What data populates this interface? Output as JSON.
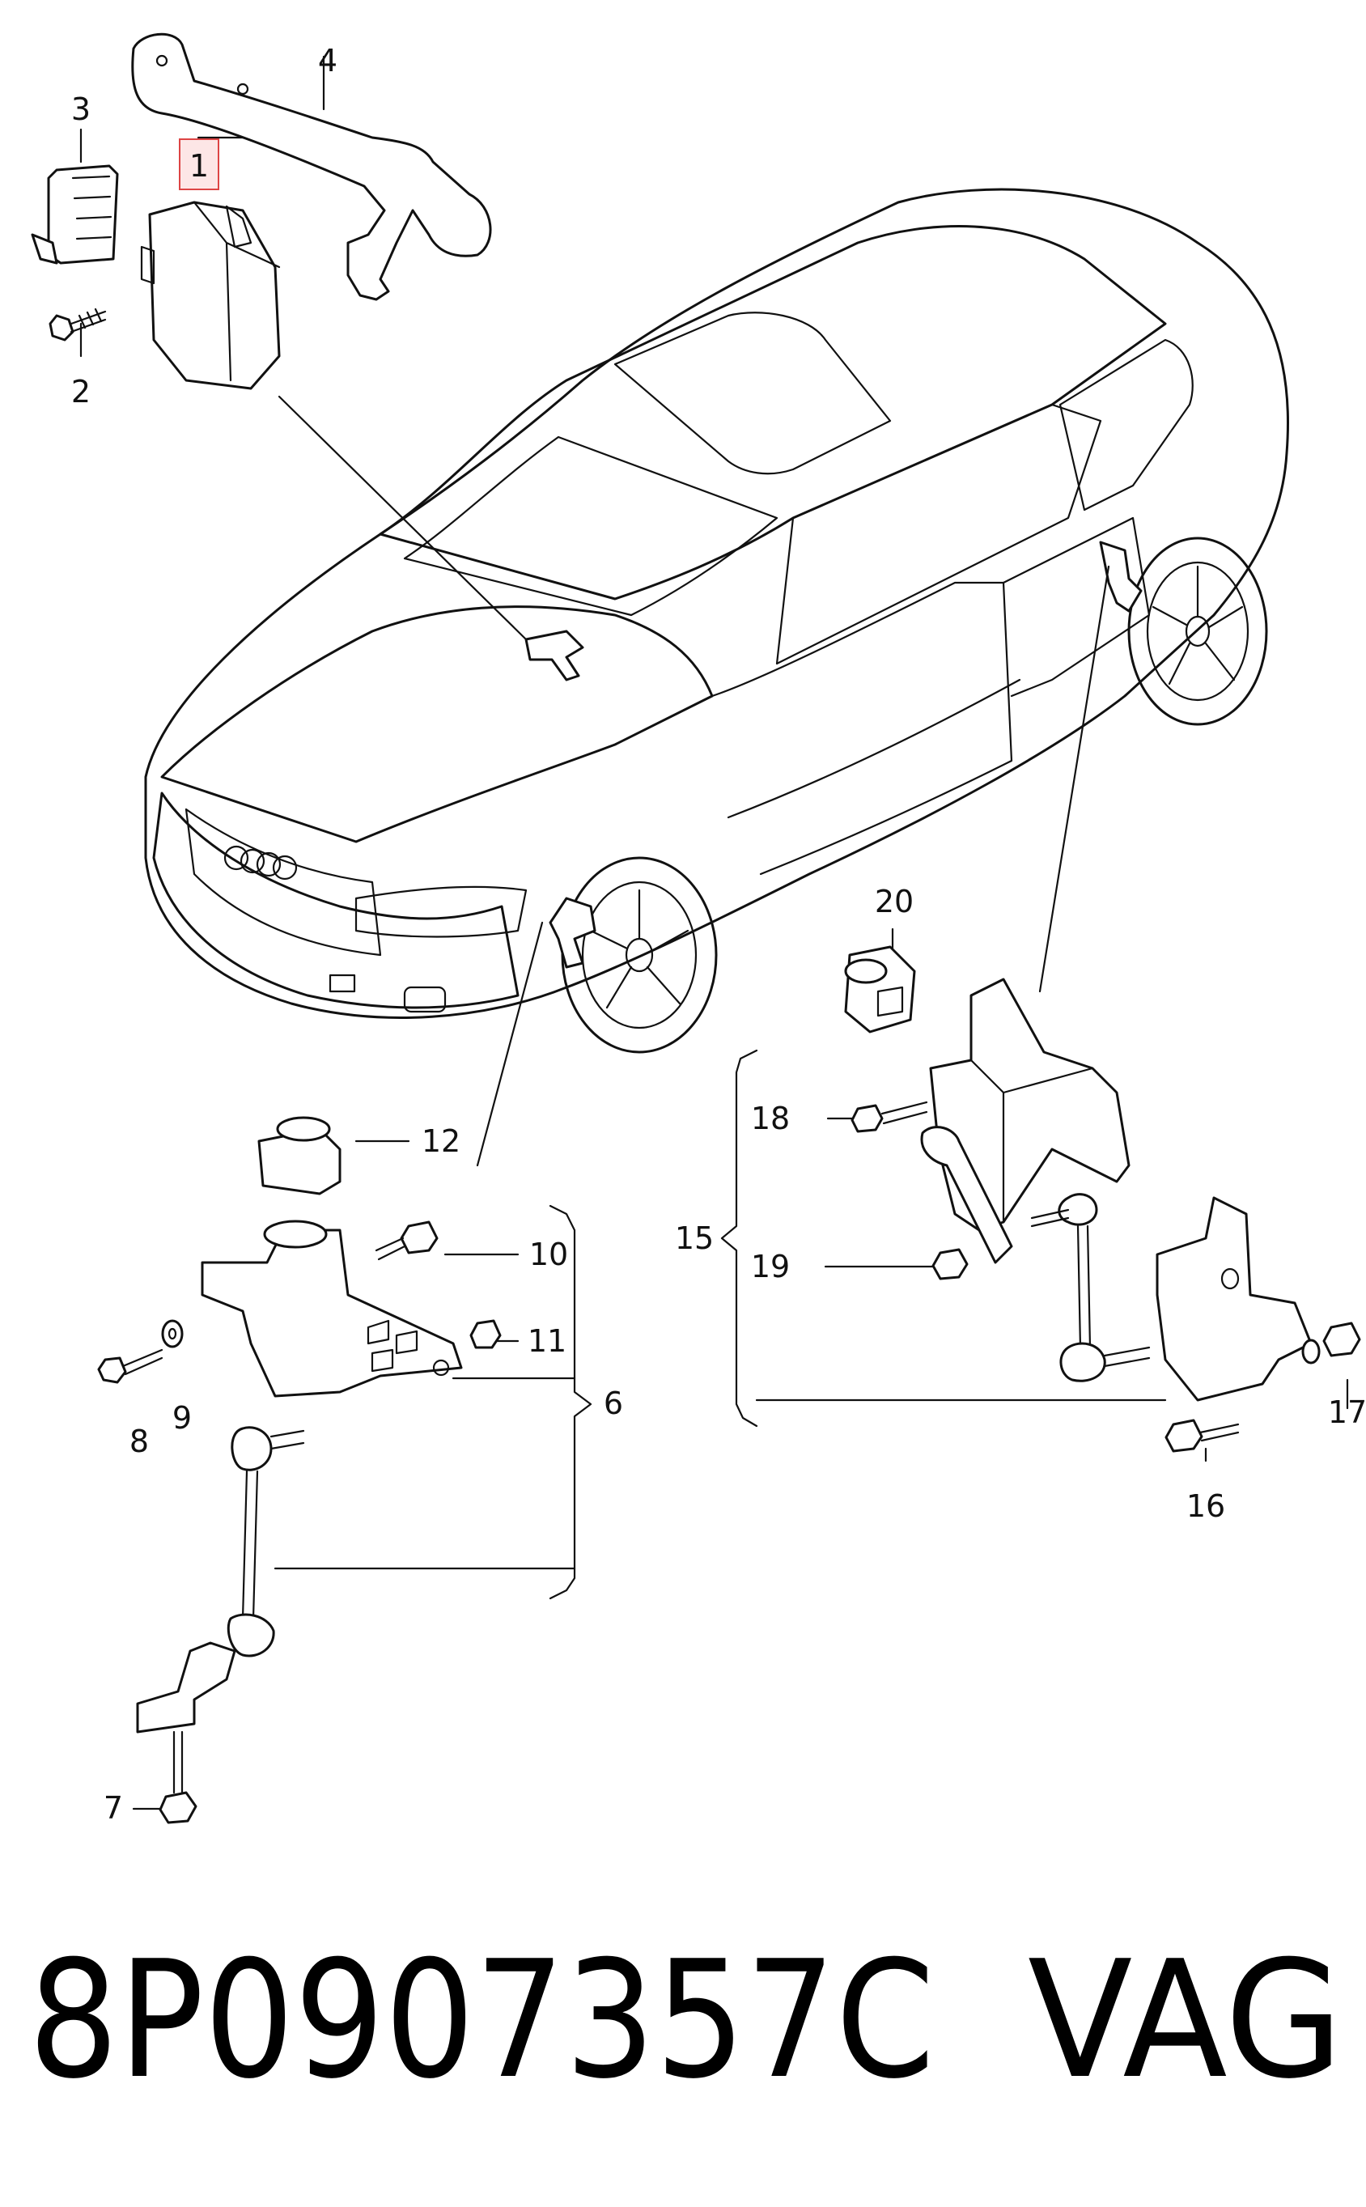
{
  "callouts": {
    "c1": "1",
    "c2": "2",
    "c3": "3",
    "c4": "4",
    "c6": "6",
    "c7": "7",
    "c8": "8",
    "c9": "9",
    "c10": "10",
    "c11": "11",
    "c12": "12",
    "c15": "15",
    "c16": "16",
    "c17": "17",
    "c18": "18",
    "c19": "19",
    "c20": "20"
  },
  "footer": {
    "part_number": "8P0907357C",
    "brand": "VAG"
  },
  "colors": {
    "line": "#111111",
    "highlight_fill": "#fde6e6",
    "highlight_border": "#dd4444"
  }
}
